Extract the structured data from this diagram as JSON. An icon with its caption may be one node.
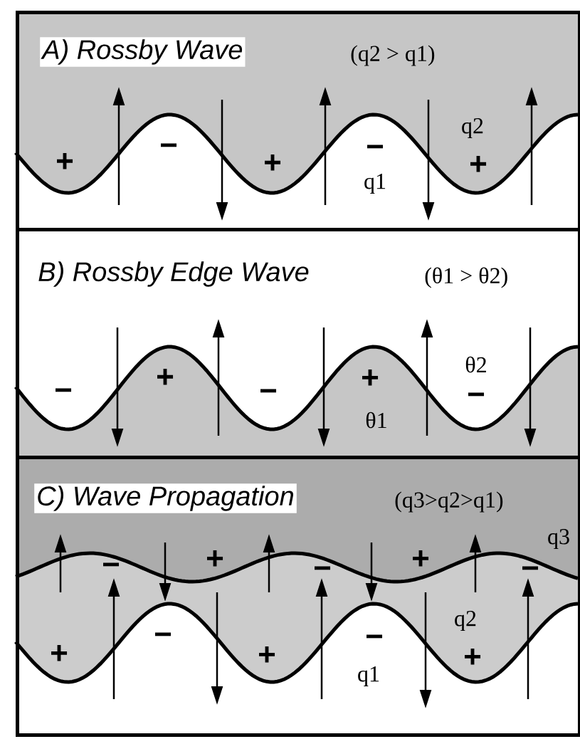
{
  "diagram": {
    "nodes": [
      {
        "text": [
          "A) Rossby Wave",
          "(q2 > q1)"
        ]
      },
      {
        "text": [
          "B) Rossby Edge Wave",
          "(θ1 > θ2)"
        ]
      },
      {
        "text": [
          "C) Wave Propagation",
          "(q3>q2>q1)"
        ]
      }
    ],
    "labels": [
      "+",
      "−",
      "+",
      "−",
      "q1",
      "q2",
      "+",
      "−",
      "+",
      "−",
      "+",
      "θ1",
      "θ2",
      "−",
      "+",
      "−",
      "−",
      "+",
      "+",
      "−",
      "−",
      "q1",
      "+",
      "q2",
      "+",
      "−",
      "q3"
    ]
  }
}
